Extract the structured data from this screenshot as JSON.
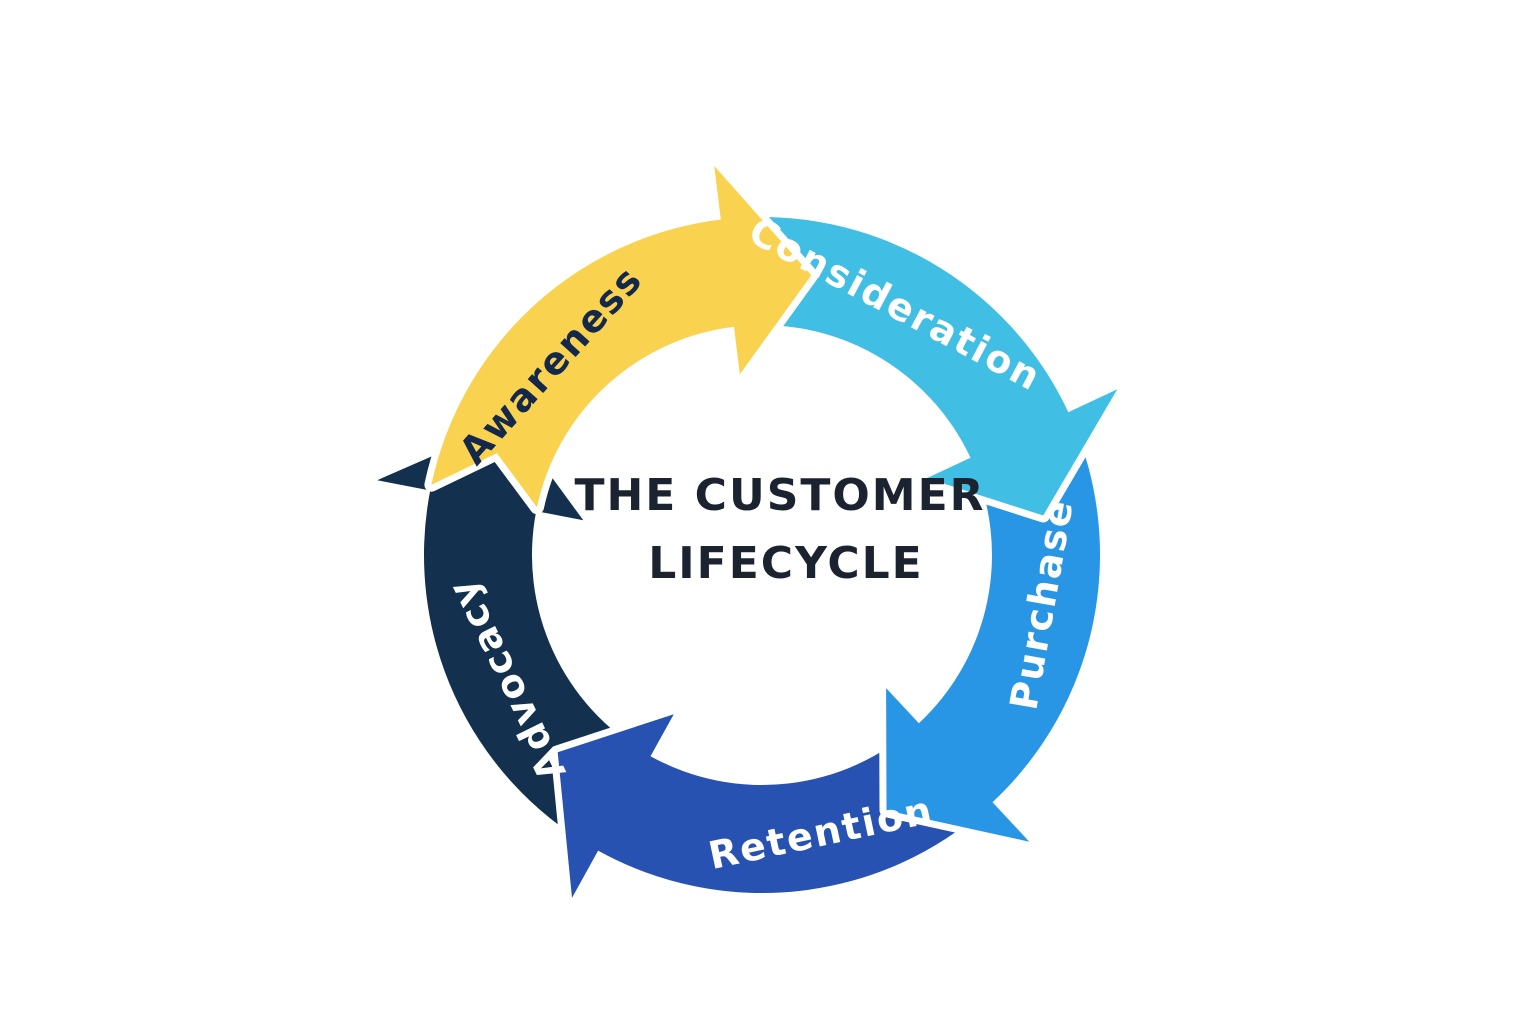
{
  "title": {
    "line1": "THE CUSTOMER",
    "line2": "LIFECYCLE",
    "color": "#1b2330"
  },
  "stages": [
    {
      "label": "Awareness",
      "color": "#f9d350",
      "text_color": "#13284a"
    },
    {
      "label": "Consideration",
      "color": "#41bee3",
      "text_color": "#ffffff"
    },
    {
      "label": "Purchase",
      "color": "#2896e4",
      "text_color": "#ffffff"
    },
    {
      "label": "Retention",
      "color": "#2752b2",
      "text_color": "#ffffff"
    },
    {
      "label": "Advocacy",
      "color": "#13304e",
      "text_color": "#ffffff"
    }
  ],
  "flow_direction": "clockwise",
  "background": "#ffffff"
}
